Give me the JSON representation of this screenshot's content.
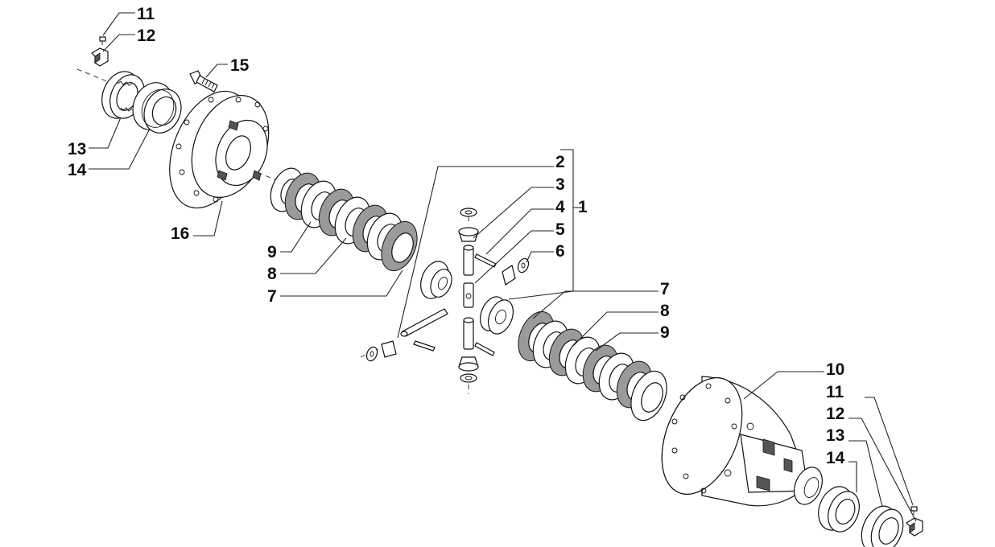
{
  "callouts": [
    {
      "id": "c11a",
      "text": "11"
    },
    {
      "id": "c12a",
      "text": "12"
    },
    {
      "id": "c15",
      "text": "15"
    },
    {
      "id": "c13a",
      "text": "13"
    },
    {
      "id": "c14a",
      "text": "14"
    },
    {
      "id": "c16",
      "text": "16"
    },
    {
      "id": "c9a",
      "text": "9"
    },
    {
      "id": "c8a",
      "text": "8"
    },
    {
      "id": "c7a",
      "text": "7"
    },
    {
      "id": "c2",
      "text": "2"
    },
    {
      "id": "c3",
      "text": "3"
    },
    {
      "id": "c4",
      "text": "4"
    },
    {
      "id": "c1",
      "text": "1"
    },
    {
      "id": "c5",
      "text": "5"
    },
    {
      "id": "c6",
      "text": "6"
    },
    {
      "id": "c7b",
      "text": "7"
    },
    {
      "id": "c8b",
      "text": "8"
    },
    {
      "id": "c9b",
      "text": "9"
    },
    {
      "id": "c10",
      "text": "10"
    },
    {
      "id": "c11b",
      "text": "11"
    },
    {
      "id": "c12b",
      "text": "12"
    },
    {
      "id": "c13b",
      "text": "13"
    },
    {
      "id": "c14b",
      "text": "14"
    }
  ]
}
